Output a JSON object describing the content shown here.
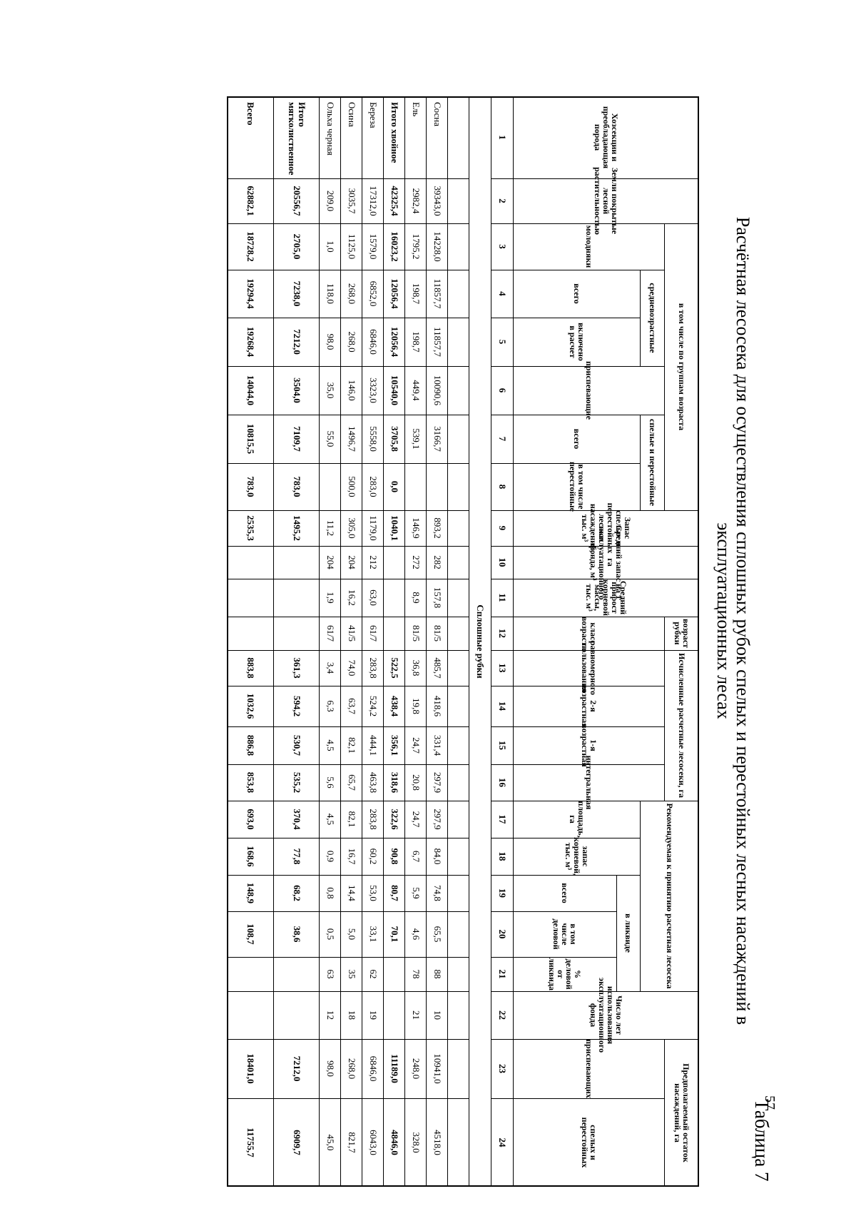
{
  "page_number": "57",
  "table_label": "Таблица 7",
  "title": "Расчётная лесосека для осуществления сплошных рубок спелых и перестойных лесных насаждений в эксплуатационных лесах",
  "section_label": "Сплошные рубки",
  "headers": {
    "h1": "Хозсекции и преобладающая порода",
    "h2": "Земли покрытые лесной растительностью",
    "group_age": "в том числе по группам возраста",
    "h3": "молодняки",
    "mid_group": "средневозрастные",
    "h4": "всего",
    "h5": "включено в расчет",
    "h6": "приспевающие",
    "mature_group": "спелые и перестойные",
    "h7": "всего",
    "h8": "в том числе перестойные",
    "h9": "Запас спелых и перестойных лесных насаждений, тыс. м³",
    "h10": "Средний запас на 1 га эксплуатационного фонда, м³",
    "h11": "Средний прирост корневой массы, тыс. м³",
    "age_group": "возраст рубки",
    "h12": "класс возраста",
    "calc_group": "Исчисленные расчетные лесосеки, га",
    "h13": "равномерного пользования",
    "h14": "2-я возрастная",
    "h15": "1-я возрастная",
    "h16": "интегральная",
    "rec_group": "Рекомендуемая к принятию расчетная лесосека",
    "h17": "площадь, га",
    "h18": "запас корневой, тыс. м³",
    "liq_group": "в ликвиде",
    "h19": "всего",
    "h20": "в том числе деловой",
    "h21": "% деловой от ликвида",
    "h22": "Число лет использования эксплуатационного фонда",
    "rem_group": "Предполагаемый остаток насаждений, га",
    "h23": "приспевающих",
    "h24": "спелых и перестойных"
  },
  "column_numbers": [
    "1",
    "2",
    "3",
    "4",
    "5",
    "6",
    "7",
    "8",
    "9",
    "10",
    "11",
    "12",
    "13",
    "14",
    "15",
    "16",
    "17",
    "18",
    "19",
    "20",
    "21",
    "22",
    "23",
    "24"
  ],
  "rows": [
    {
      "name": "Сосна",
      "bold": false,
      "cells": [
        "39343,0",
        "14228,0",
        "11857,7",
        "11857,7",
        "10090,6",
        "3166,7",
        "",
        "893,2",
        "282",
        "157,8",
        "81/5",
        "485,7",
        "418,6",
        "331,4",
        "297,9",
        "297,9",
        "84,0",
        "74,8",
        "65,5",
        "88",
        "10",
        "10941,0",
        "4518,0"
      ]
    },
    {
      "name": "Ель",
      "bold": false,
      "cells": [
        "2982,4",
        "1795,2",
        "198,7",
        "198,7",
        "449,4",
        "539,1",
        "",
        "146,9",
        "272",
        "8,9",
        "81/5",
        "36,8",
        "19,8",
        "24,7",
        "20,8",
        "24,7",
        "6,7",
        "5,9",
        "4,6",
        "78",
        "21",
        "248,0",
        "328,0"
      ]
    },
    {
      "name": "Итого хвойное",
      "bold": true,
      "cells": [
        "42325,4",
        "16023,2",
        "12056,4",
        "12056,4",
        "10540,0",
        "3705,8",
        "0,0",
        "1040,1",
        "",
        "",
        "",
        "522,5",
        "438,4",
        "356,1",
        "318,6",
        "322,6",
        "90,8",
        "80,7",
        "70,1",
        "",
        "",
        "11189,0",
        "4846,0"
      ]
    },
    {
      "name": "Береза",
      "bold": false,
      "cells": [
        "17312,0",
        "1579,0",
        "6852,0",
        "6846,0",
        "3323,0",
        "5558,0",
        "283,0",
        "1179,0",
        "212",
        "63,0",
        "61/7",
        "283,8",
        "524,2",
        "444,1",
        "463,8",
        "283,8",
        "60,2",
        "53,0",
        "33,1",
        "62",
        "19",
        "6846,0",
        "6043,0"
      ]
    },
    {
      "name": "Осина",
      "bold": false,
      "cells": [
        "3035,7",
        "1125,0",
        "268,0",
        "268,0",
        "146,0",
        "1496,7",
        "500,0",
        "305,0",
        "204",
        "16,2",
        "41/5",
        "74,0",
        "63,7",
        "82,1",
        "65,7",
        "82,1",
        "16,7",
        "14,4",
        "5,0",
        "35",
        "18",
        "268,0",
        "821,7"
      ]
    },
    {
      "name": "Ольха черная",
      "bold": false,
      "cells": [
        "209,0",
        "1,0",
        "118,0",
        "98,0",
        "35,0",
        "55,0",
        "",
        "11,2",
        "204",
        "1,9",
        "61/7",
        "3,4",
        "6,3",
        "4,5",
        "5,6",
        "4,5",
        "0,9",
        "0,8",
        "0,5",
        "63",
        "12",
        "98,0",
        "45,0"
      ]
    },
    {
      "name": "Итого мягколиственное",
      "bold": true,
      "cells": [
        "20556,7",
        "2705,0",
        "7238,0",
        "7212,0",
        "3504,0",
        "7109,7",
        "783,0",
        "1495,2",
        "",
        "",
        "",
        "361,3",
        "594,2",
        "530,7",
        "535,2",
        "370,4",
        "77,8",
        "68,2",
        "38,6",
        "",
        "",
        "7212,0",
        "6909,7"
      ]
    },
    {
      "name": "Всего",
      "bold": true,
      "cells": [
        "62882,1",
        "18728,2",
        "19294,4",
        "19268,4",
        "14044,0",
        "10815,5",
        "783,0",
        "2535,3",
        "",
        "",
        "",
        "883,8",
        "1032,6",
        "886,8",
        "853,8",
        "693,0",
        "168,6",
        "148,9",
        "108,7",
        "",
        "",
        "18401,0",
        "11755,7"
      ]
    }
  ]
}
